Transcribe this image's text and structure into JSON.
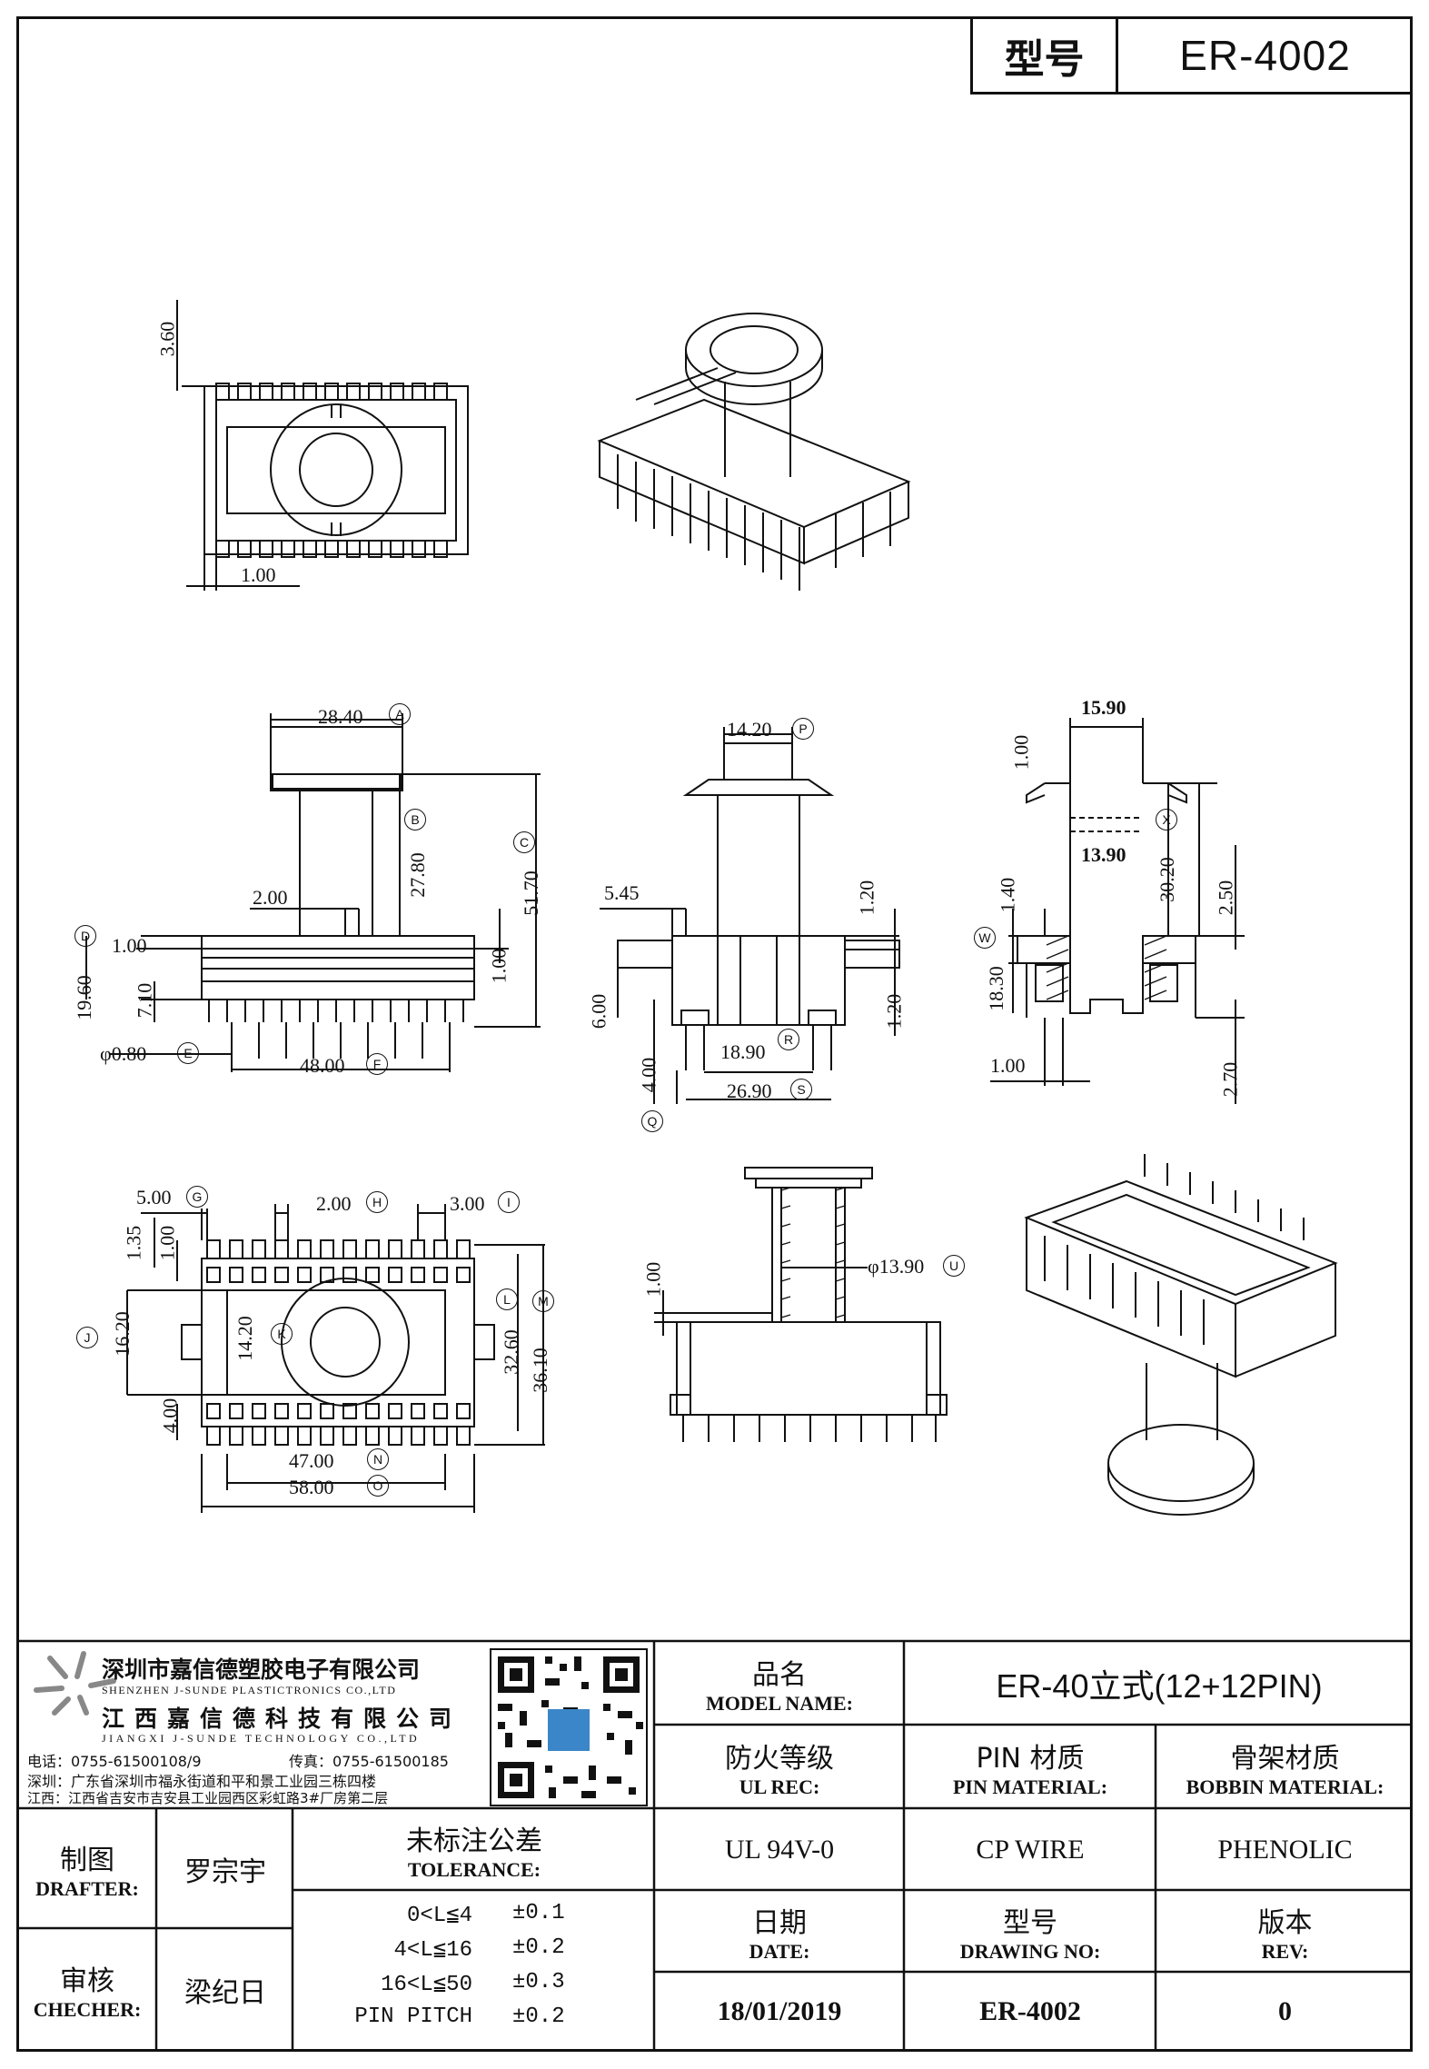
{
  "header": {
    "model_label": "型号",
    "model_value": "ER-4002"
  },
  "dimensions": {
    "top_view": [
      "3.60",
      "1.00"
    ],
    "front_view": [
      "28.40",
      "A",
      "27.80",
      "B",
      "51.70",
      "C",
      "2.00",
      "1.00",
      "1.00",
      "19.60",
      "D",
      "7.10",
      "φ0.80",
      "E",
      "48.00",
      "F"
    ],
    "side_view": [
      "14.20",
      "P",
      "5.45",
      "1.20",
      "1.20",
      "6.00",
      "4.00",
      "Q",
      "18.90",
      "R",
      "26.90",
      "S"
    ],
    "section_view": [
      "15.90",
      "1.00",
      "13.90",
      "30.20",
      "X",
      "1.40",
      "W",
      "2.50",
      "18.30",
      "1.00",
      "2.70"
    ],
    "bottom_view": [
      "5.00",
      "G",
      "2.00",
      "H",
      "3.00",
      "I",
      "1.35",
      "1.00",
      "16.20",
      "J",
      "14.20",
      "K",
      "32.60",
      "L",
      "36.10",
      "M",
      "4.00",
      "47.00",
      "N",
      "58.00",
      "O"
    ],
    "core_view": [
      "1.00",
      "φ13.90",
      "U"
    ]
  },
  "company": {
    "name_cn_1": "深圳市嘉信德塑胶电子有限公司",
    "name_en_1": "SHENZHEN J-SUNDE PLASTICTRONICS CO.,LTD",
    "name_cn_2": "江西嘉信德科技有限公司",
    "name_en_2": "JIANGXI J-SUNDE TECHNOLOGY CO.,LTD",
    "phone": "电话：0755-61500108/9",
    "fax": "传真：0755-61500185",
    "addr_sz": "深圳：广东省深圳市福永街道和平和景工业园三栋四楼",
    "addr_jx": "江西：江西省吉安市吉安县工业园西区彩虹路3#厂房第二层"
  },
  "title_block": {
    "model_name_cn": "品名",
    "model_name_en": "MODEL NAME:",
    "model_name_value": "ER-40立式(12+12PIN)",
    "ul_cn": "防火等级",
    "ul_en": "UL REC:",
    "ul_value": "UL 94V-0",
    "pin_cn": "PIN 材质",
    "pin_en": "PIN MATERIAL:",
    "pin_value": "CP WIRE",
    "bobbin_cn": "骨架材质",
    "bobbin_en": "BOBBIN MATERIAL:",
    "bobbin_value": "PHENOLIC",
    "drafter_cn": "制图",
    "drafter_en": "DRAFTER:",
    "drafter_value": "罗宗宇",
    "checker_cn": "审核",
    "checker_en": "CHECHER:",
    "checker_value": "梁纪日",
    "tolerance_cn": "未标注公差",
    "tolerance_en": "TOLERANCE:",
    "tolerances": [
      {
        "range": "0<L≦4",
        "value": "±0.1"
      },
      {
        "range": "4<L≦16",
        "value": "±0.2"
      },
      {
        "range": "16<L≦50",
        "value": "±0.3"
      },
      {
        "range": "PIN PITCH",
        "value": "±0.2"
      }
    ],
    "date_cn": "日期",
    "date_en": "DATE:",
    "date_value": "18/01/2019",
    "drawing_cn": "型号",
    "drawing_en": "DRAWING NO:",
    "drawing_value": "ER-4002",
    "rev_cn": "版本",
    "rev_en": "REV:",
    "rev_value": "0"
  }
}
